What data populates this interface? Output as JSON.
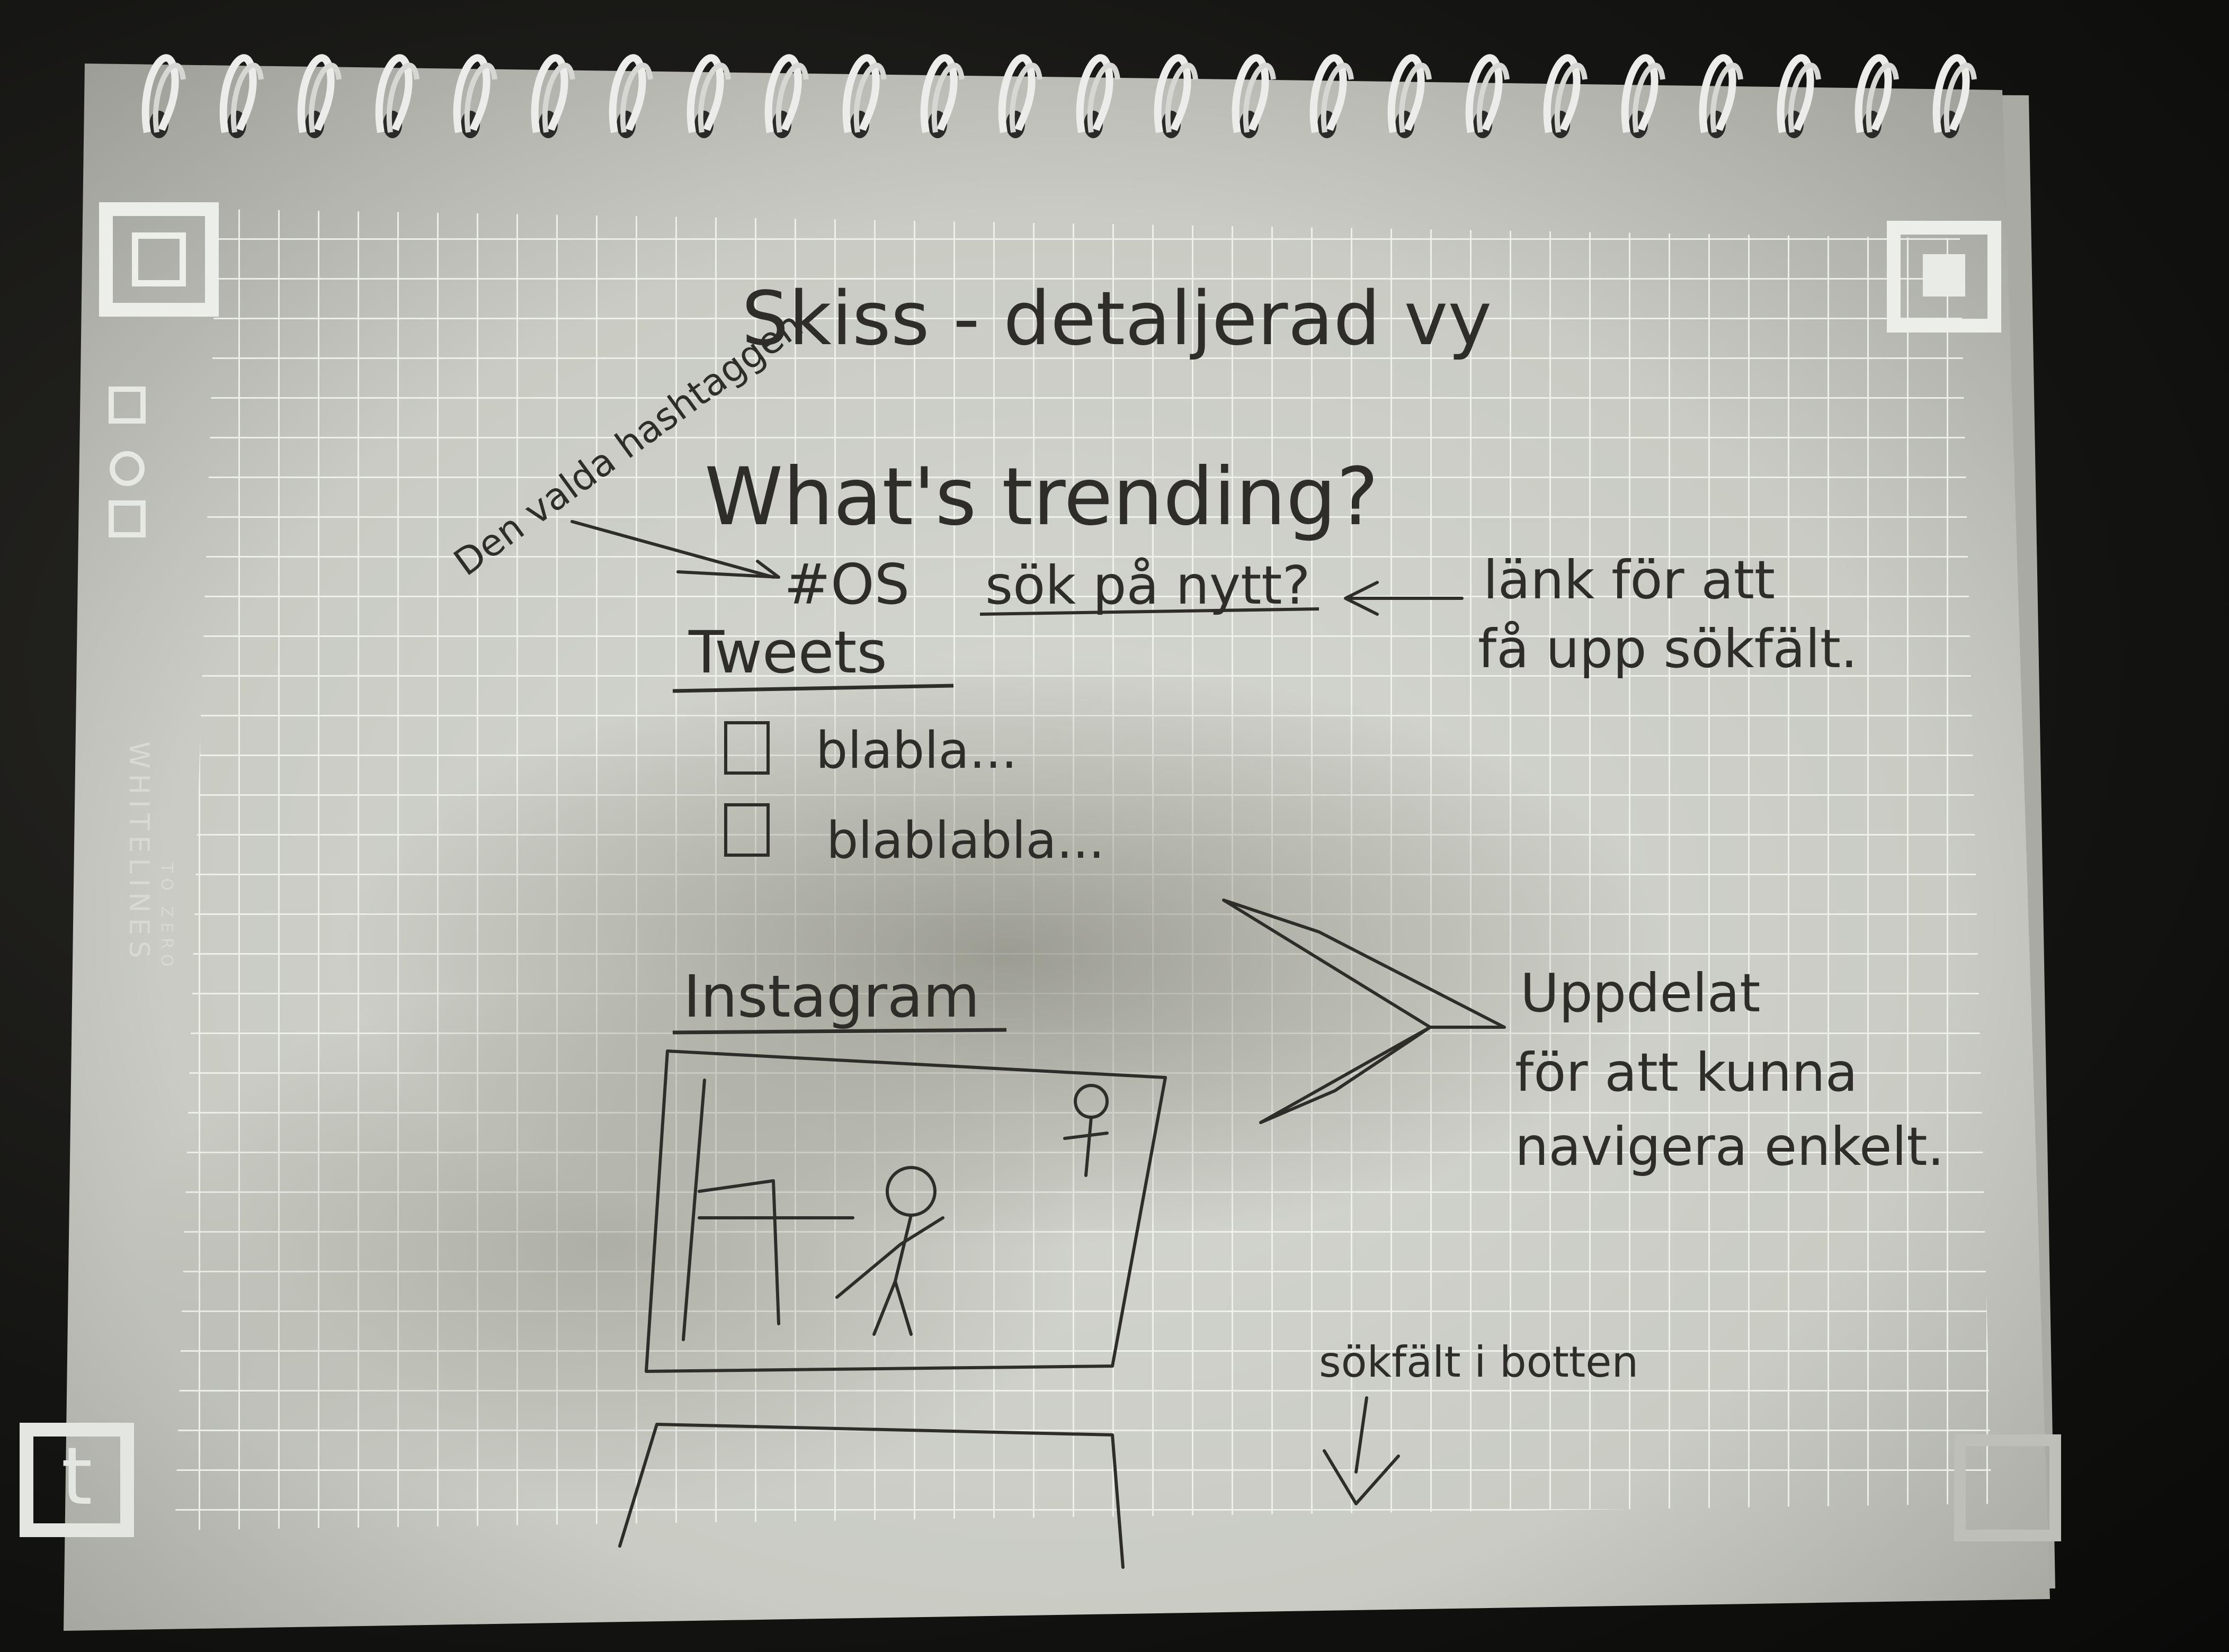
{
  "notebook": {
    "brand": "WHITELINES",
    "brand_sub": "TO ZERO"
  },
  "sketch": {
    "title": "Skiss - detaljerad vy",
    "side_note": "Den valda hashtaggen",
    "heading": "What's trending?",
    "hashtag": "#OS",
    "new_search_link": "sök på nytt?",
    "link_note_line1": "länk för att",
    "link_note_line2": "få upp sökfält.",
    "tweets_heading": "Tweets",
    "tweet_1": "blabla...",
    "tweet_2": "blablabla...",
    "instagram_heading": "Instagram",
    "split_note_line1": "Uppdelat",
    "split_note_line2": "för att kunna",
    "split_note_line3": "navigera enkelt.",
    "search_bottom_note": "sökfält i botten"
  },
  "colors": {
    "paper": "#d9dad5",
    "grid": "#eef0ec",
    "ink": "#2e2d2a",
    "background": "#141412"
  }
}
